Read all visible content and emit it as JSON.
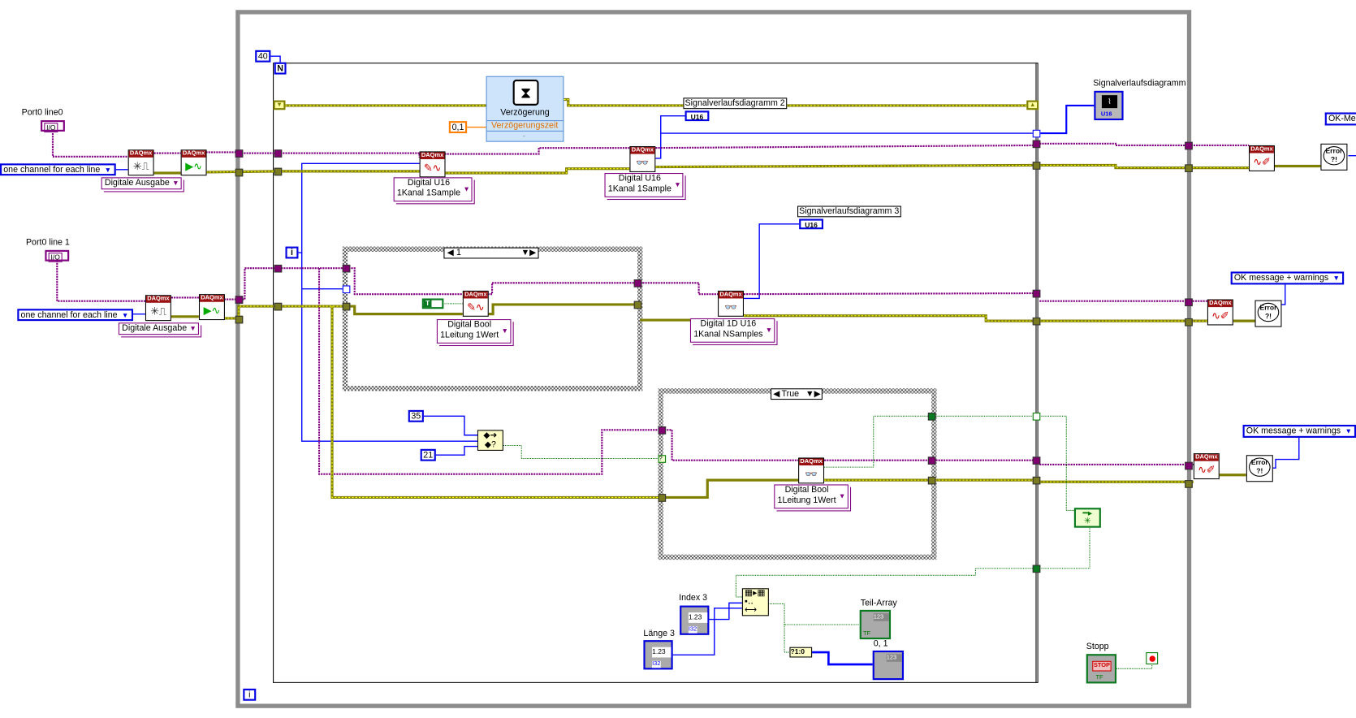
{
  "left": {
    "line0": {
      "label": "Port0 line0",
      "io": "I/O",
      "grouping": "one channel for each line",
      "type": "Digitale Ausgabe"
    },
    "line1": {
      "label": "Port0 line 1",
      "io": "I/O",
      "grouping": "one channel for each line",
      "type": "Digitale Ausgabe"
    }
  },
  "daqmx_label": "DAQmx",
  "for_loop": {
    "count": "40",
    "count_terminal": "N",
    "iteration": "i"
  },
  "while_loop": {
    "iteration": "i"
  },
  "wait": {
    "title": "Verzögerung",
    "input": "Verzögerungszeit",
    "value": "0,1"
  },
  "charts": {
    "chart2": {
      "label": "Signalverlaufsdiagramm 2",
      "type": "U16"
    },
    "chart1": {
      "label": "Signalverlaufsdiagramm",
      "type": "U16"
    },
    "chart3": {
      "label": "Signalverlaufsdiagramm 3",
      "type": "U16"
    }
  },
  "nodes": {
    "write1": {
      "line1": "Digital U16",
      "line2": "1Kanal 1Sample"
    },
    "read1": {
      "line1": "Digital U16",
      "line2": "1Kanal 1Sample"
    },
    "write2": {
      "line1": "Digital Bool",
      "line2": "1Leitung 1Wert"
    },
    "read2": {
      "line1": "Digital 1D U16",
      "line2": "1Kanal NSamples"
    },
    "write3": {
      "line1": "Digital Bool",
      "line2": "1Leitung 1Wert"
    }
  },
  "case1": {
    "selector": "1",
    "bool_const": "T"
  },
  "case2": {
    "selector": "True"
  },
  "range": {
    "upper": "35",
    "lower": "21"
  },
  "subset": {
    "index_label": "Index 3",
    "length_label": "Länge 3",
    "out_label": "Teil-Array",
    "conv_label": "0, 1",
    "conv_node": "?1:0",
    "num_type": "I32",
    "num_display": "1.23"
  },
  "stop": {
    "label": "Stopp",
    "text": "STOP",
    "type": "TF"
  },
  "errors": {
    "handler1_type": "OK-Meldung",
    "handler1_visible": "OK-Mel",
    "handler2_type": "OK message + warnings",
    "handler3_type": "OK message + warnings",
    "error_text": "Error",
    "error_mark": "?!"
  },
  "colors": {
    "task_wire": "#800080",
    "error_wire": "#808000",
    "integer_wire": "#0000ff",
    "boolean_wire": "#007000",
    "float_wire": "#ff8000",
    "while_frame": "#8c8c8c"
  }
}
